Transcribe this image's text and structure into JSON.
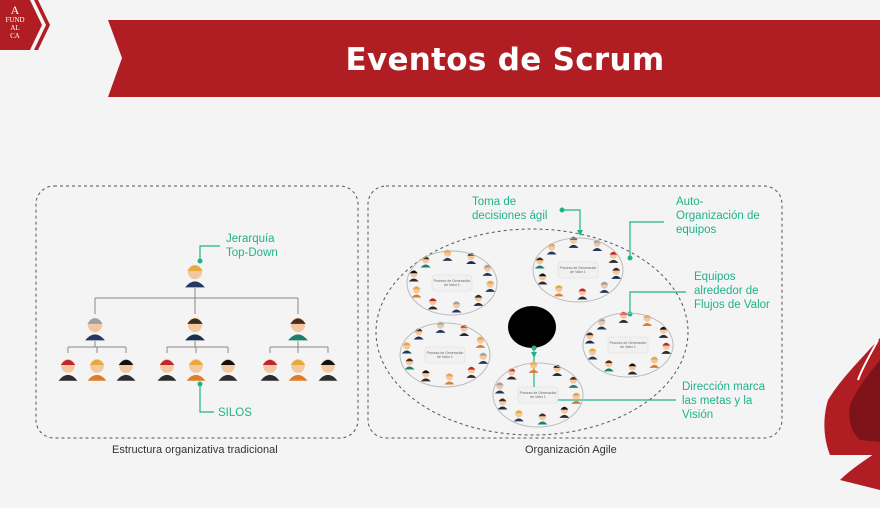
{
  "header": {
    "title": "Eventos de Scrum",
    "logo_lines": [
      "A",
      "FUND",
      "AL",
      "CA"
    ],
    "brand_color": "#b01e24"
  },
  "left_panel": {
    "caption": "Estructura organizativa tradicional",
    "annotations": {
      "hierarchy": [
        "Jerarquía",
        "Top-Down"
      ],
      "silos": "SILOS"
    }
  },
  "right_panel": {
    "caption": "Organización Agile",
    "annotations": {
      "decisions": [
        "Toma de",
        "decisiones ágil"
      ],
      "self_org": [
        "Auto-",
        "Organización de",
        "equipos"
      ],
      "teams": [
        "Equipos",
        "alrededor de",
        "Flujos de Valor"
      ],
      "direction": [
        "Dirección marca",
        "las metas y la",
        "Visión"
      ]
    },
    "team_box_text": [
      "Proceso de Generación",
      "de Valor 1"
    ]
  },
  "colors": {
    "accent": "#1fb38a",
    "dashed_border": "#555555",
    "skin": "#f3c8a0"
  }
}
